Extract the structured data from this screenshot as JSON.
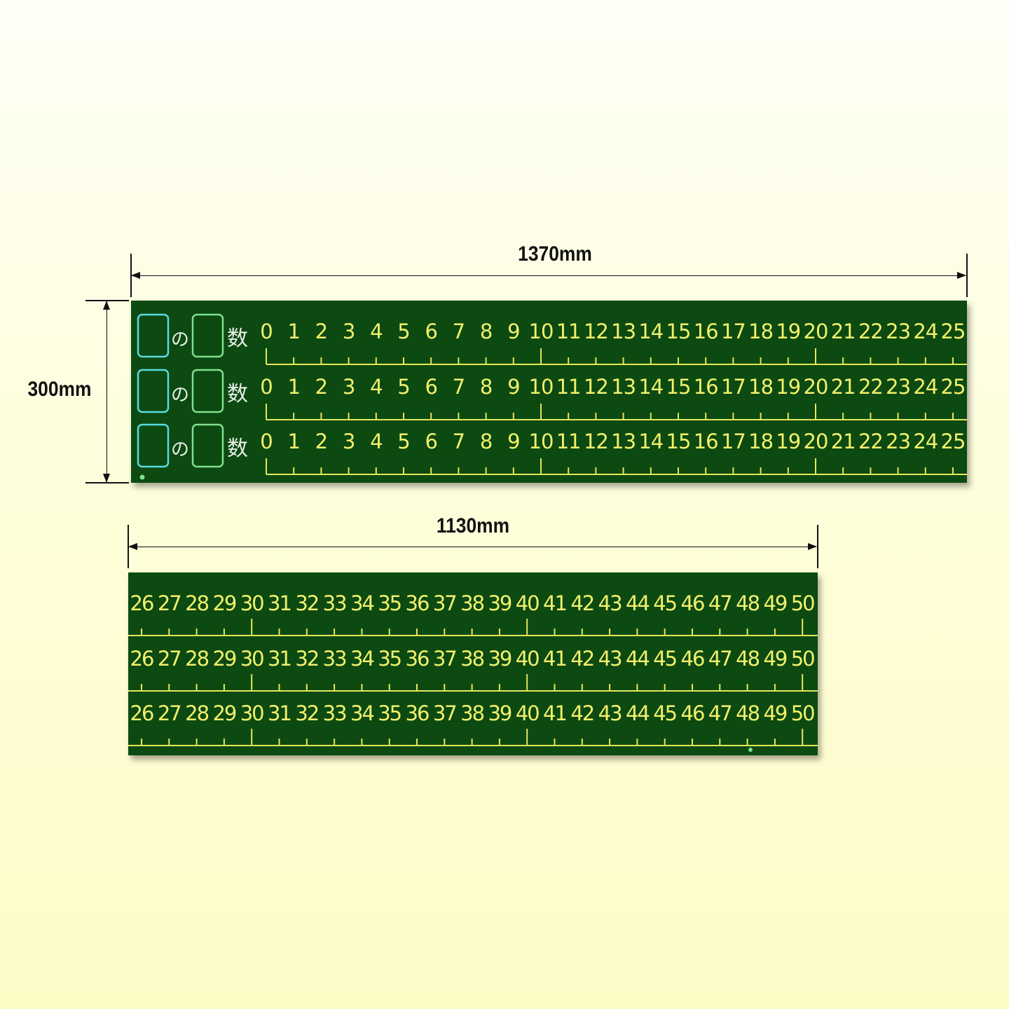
{
  "dimensions": {
    "top_width": "1370mm",
    "height": "300mm",
    "bottom_width": "1130mm"
  },
  "board_top": {
    "rows": [
      {
        "connector": "の",
        "suffix": "数"
      },
      {
        "connector": "の",
        "suffix": "数"
      },
      {
        "connector": "の",
        "suffix": "数"
      }
    ],
    "numbers": [
      "0",
      "1",
      "2",
      "3",
      "4",
      "5",
      "6",
      "7",
      "8",
      "9",
      "10",
      "11",
      "12",
      "13",
      "14",
      "15",
      "16",
      "17",
      "18",
      "19",
      "20",
      "21",
      "22",
      "23",
      "24",
      "25"
    ]
  },
  "board_bottom": {
    "numbers": [
      "26",
      "27",
      "28",
      "29",
      "30",
      "31",
      "32",
      "33",
      "34",
      "35",
      "36",
      "37",
      "38",
      "39",
      "40",
      "41",
      "42",
      "43",
      "44",
      "45",
      "46",
      "47",
      "48",
      "49",
      "50"
    ]
  },
  "colors": {
    "board": "#0c4a12",
    "numbers": "#f3f06a",
    "lines": "#e6e65a",
    "box_cyan": "#58dbe0",
    "box_green": "#7fe08a",
    "label_text": "#e8efe8"
  }
}
